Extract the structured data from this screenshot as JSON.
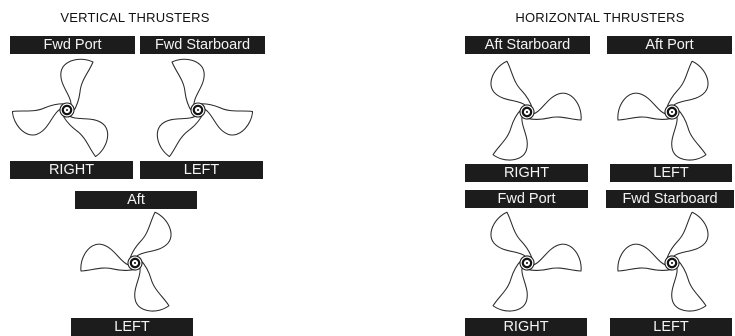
{
  "sections": {
    "vertical": {
      "title": "VERTICAL THRUSTERS"
    },
    "horizontal": {
      "title": "HORIZONTAL THRUSTERS"
    }
  },
  "thrusters": {
    "v_fwd_port": {
      "name": "Fwd Port",
      "direction": "RIGHT"
    },
    "v_fwd_starboard": {
      "name": "Fwd Starboard",
      "direction": "LEFT"
    },
    "v_aft": {
      "name": "Aft",
      "direction": "LEFT"
    },
    "h_aft_starboard": {
      "name": "Aft Starboard",
      "direction": "RIGHT"
    },
    "h_aft_port": {
      "name": "Aft Port",
      "direction": "LEFT"
    },
    "h_fwd_port": {
      "name": "Fwd Port",
      "direction": "RIGHT"
    },
    "h_fwd_starboard": {
      "name": "Fwd Starboard",
      "direction": "LEFT"
    }
  },
  "icons": {
    "propeller": "propeller-icon"
  },
  "colors": {
    "label_bg": "#1c1c1c",
    "label_text": "#f4f4f4",
    "outline": "#2a2a2a"
  }
}
